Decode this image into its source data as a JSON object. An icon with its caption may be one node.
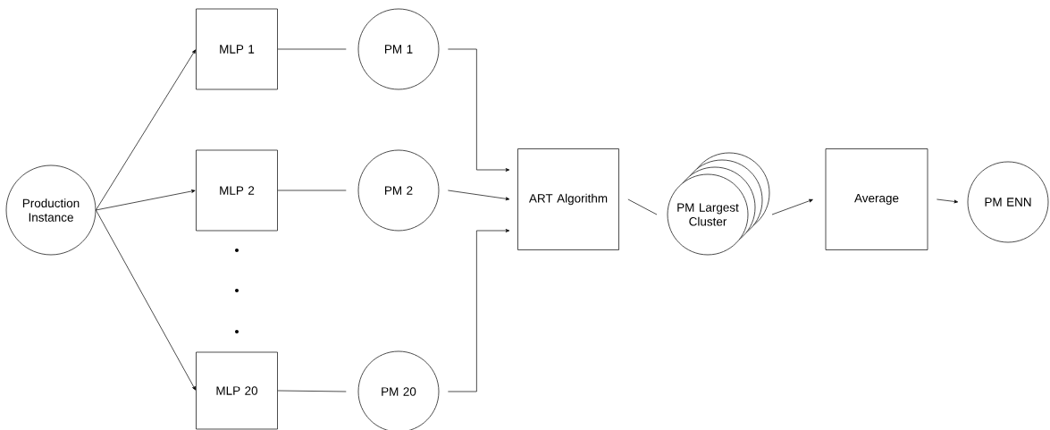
{
  "diagram": {
    "nodes": [
      {
        "text": [
          "Production Instance"
        ]
      },
      {
        "text": [
          "MLP 1"
        ]
      },
      {
        "text": [
          "MLP 2"
        ]
      },
      {
        "text": [
          "MLP 20"
        ]
      },
      {
        "text": [
          "PM 1"
        ]
      },
      {
        "text": [
          "PM 2"
        ]
      },
      {
        "text": [
          "PM 20"
        ]
      },
      {
        "text": [
          "ART Algorithm"
        ]
      },
      {
        "text": [
          "PM Largest Cluster"
        ]
      },
      {
        "text": [
          "Average"
        ]
      },
      {
        "text": [
          "PM ENN"
        ]
      }
    ],
    "edges": [
      {
        "from": 0,
        "to": 1,
        "arrow": "to"
      },
      {
        "from": 0,
        "to": 2,
        "arrow": "to"
      },
      {
        "from": 0,
        "to": 3,
        "arrow": "to"
      },
      {
        "from": 1,
        "to": 4,
        "arrow": "none"
      },
      {
        "from": 2,
        "to": 5,
        "arrow": "none"
      },
      {
        "from": 3,
        "to": 6,
        "arrow": "none"
      },
      {
        "from": 4,
        "to": 7,
        "arrow": "to"
      },
      {
        "from": 5,
        "to": 7,
        "arrow": "to"
      },
      {
        "from": 6,
        "to": 7,
        "arrow": "to"
      },
      {
        "from": 7,
        "to": 8,
        "arrow": "none"
      },
      {
        "from": 8,
        "to": 9,
        "arrow": "to"
      },
      {
        "from": 9,
        "to": 10,
        "arrow": "to"
      }
    ]
  }
}
